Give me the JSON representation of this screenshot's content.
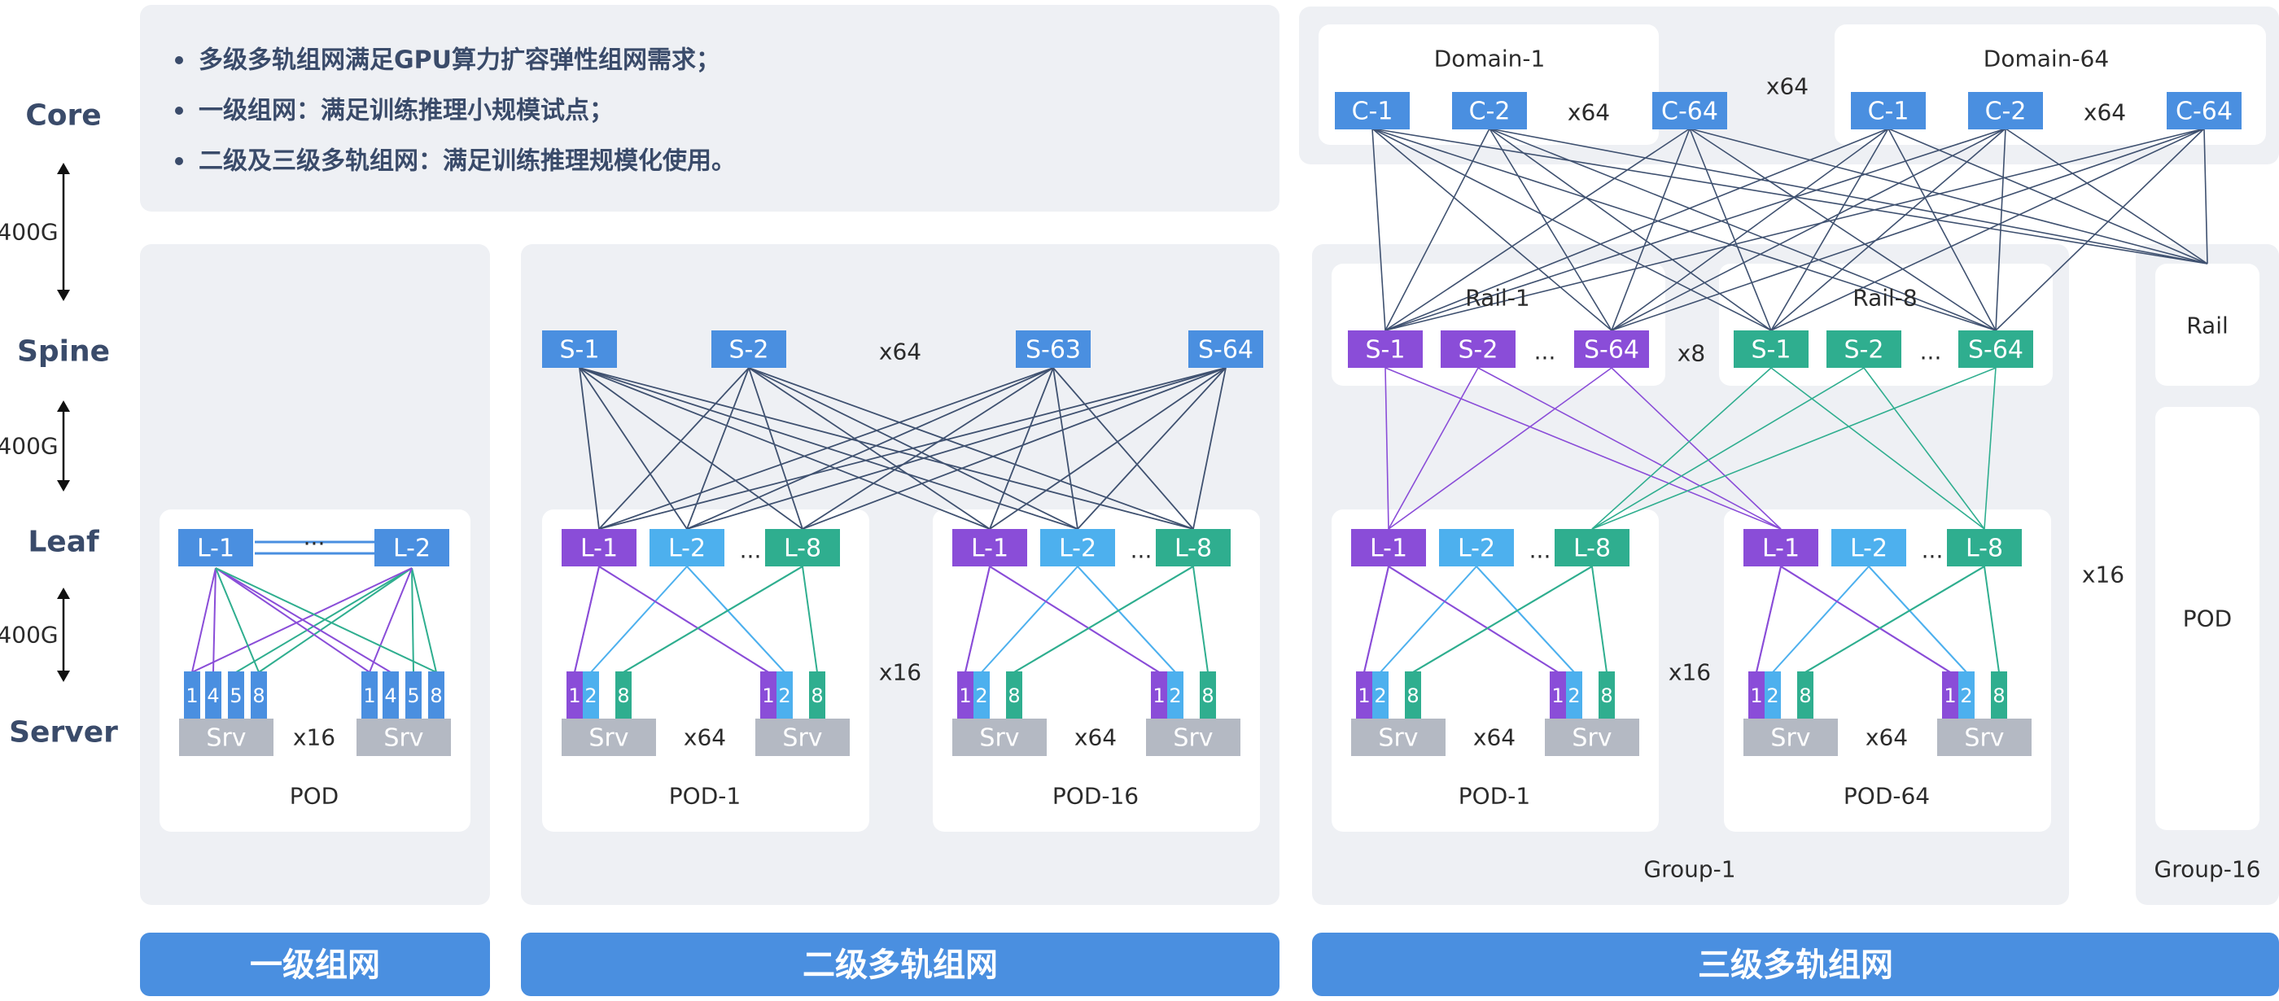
{
  "levels": {
    "core": "Core",
    "spine": "Spine",
    "leaf": "Leaf",
    "server": "Server"
  },
  "bandwidth": [
    "400G",
    "400G",
    "400G"
  ],
  "notes": [
    "多级多轨组网满足GPU算力扩容弹性组网需求；",
    "一级组网：满足训练推理小规模试点；",
    "二级及三级多轨组网：满足训练推理规模化使用。"
  ],
  "footer": [
    "一级组网",
    "二级多轨组网",
    "三级多轨组网"
  ],
  "tier1": {
    "leaf_left": "L-1",
    "leaf_right": "L-2",
    "leaf_dots": "...",
    "ports": [
      "1",
      "4",
      "5",
      "8"
    ],
    "server": "Srv",
    "multiplier": "x16",
    "pod": "POD"
  },
  "tier2": {
    "spines": [
      "S-1",
      "S-2",
      "S-63",
      "S-64"
    ],
    "spine_multiplier": "x64",
    "leaves": [
      "L-1",
      "L-2",
      "L-8"
    ],
    "leaf_dots": "...",
    "ports": [
      "1",
      "2",
      "8"
    ],
    "server": "Srv",
    "server_multiplier": "x64",
    "pod_multiplier": "x16",
    "pods": [
      "POD-1",
      "POD-16"
    ]
  },
  "tier3": {
    "domains": [
      "Domain-1",
      "Domain-64"
    ],
    "domain_multiplier": "x64",
    "cores": [
      "C-1",
      "C-2",
      "C-64"
    ],
    "core_multiplier": "x64",
    "rails": [
      "Rail-1",
      "Rail-8"
    ],
    "rail_multiplier": "x8",
    "spines": [
      "S-1",
      "S-2",
      "S-64"
    ],
    "spine_dots": "...",
    "leaves": [
      "L-1",
      "L-2",
      "L-8"
    ],
    "leaf_dots": "...",
    "ports": [
      "1",
      "2",
      "8"
    ],
    "server": "Srv",
    "server_multiplier": "x64",
    "pod_multiplier": "x16",
    "pods": [
      "POD-1",
      "POD-64"
    ],
    "group": "Group-1",
    "group_multiplier": "x16",
    "side_rail": "Rail",
    "side_pod": "POD",
    "side_group": "Group-16"
  },
  "colors": {
    "blue": "#4a8fe0",
    "lightblue": "#4db0ee",
    "purple": "#8a4dd8",
    "green": "#2fae8f",
    "gray": "#b4b9c3",
    "panel": "#eef0f4",
    "line": "#3f5170",
    "text": "#3a4b6a"
  }
}
